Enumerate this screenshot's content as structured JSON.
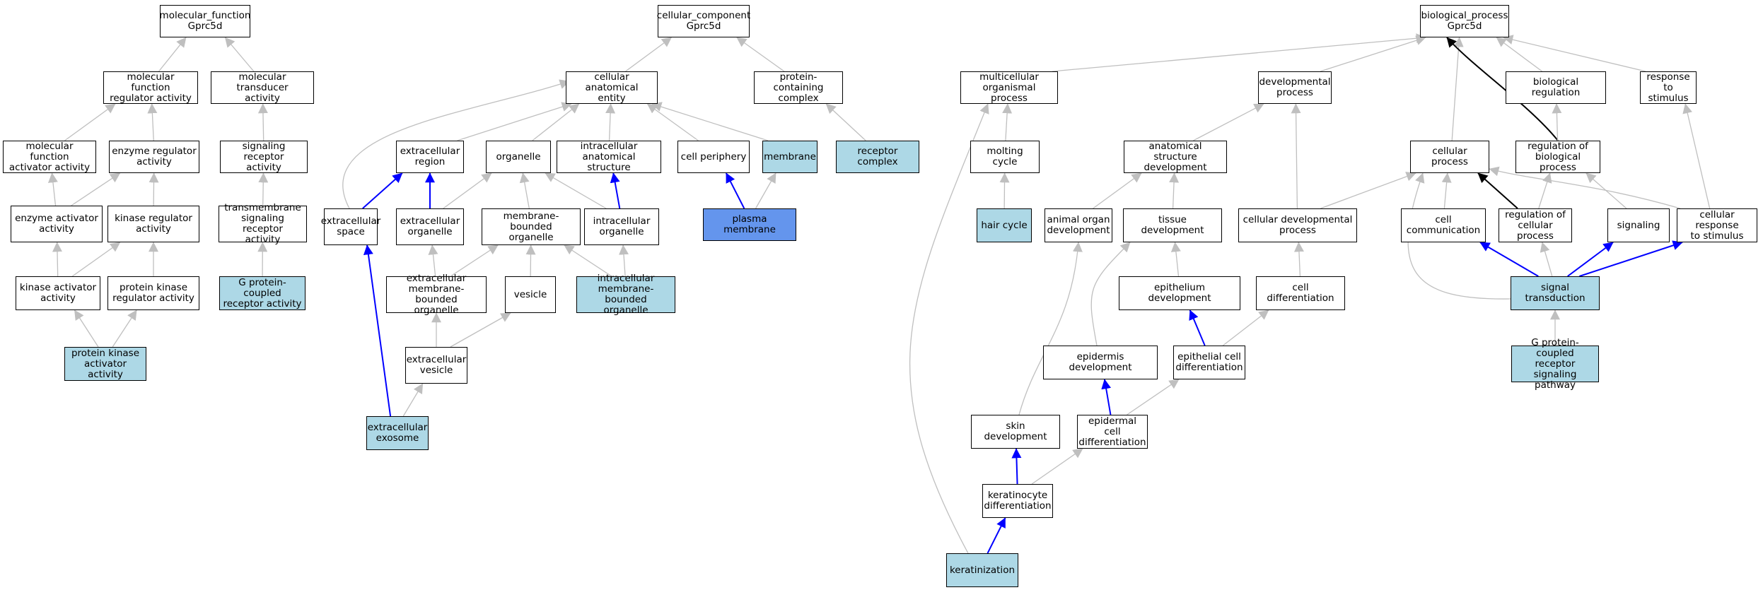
{
  "colors": {
    "edge_default": "#bfbfbf",
    "edge_blue": "#0000ff",
    "edge_black": "#000000",
    "node_default": "#ffffff",
    "node_annotated": "#add8e6",
    "node_highlight": "#6495ed"
  },
  "nodes": [
    {
      "id": "mf_root",
      "label": "molecular_function\nGprc5d",
      "style": "default"
    },
    {
      "id": "mf_reg",
      "label": "molecular function\nregulator activity",
      "style": "default"
    },
    {
      "id": "mol_trans",
      "label": "molecular transducer\nactivity",
      "style": "default"
    },
    {
      "id": "mf_act",
      "label": "molecular function\nactivator activity",
      "style": "default"
    },
    {
      "id": "enz_reg",
      "label": "enzyme regulator\nactivity",
      "style": "default"
    },
    {
      "id": "sig_rec",
      "label": "signaling receptor\nactivity",
      "style": "default"
    },
    {
      "id": "enz_act",
      "label": "enzyme activator\nactivity",
      "style": "default"
    },
    {
      "id": "kin_reg",
      "label": "kinase regulator\nactivity",
      "style": "default"
    },
    {
      "id": "tm_sig",
      "label": "transmembrane\nsignaling receptor\nactivity",
      "style": "default"
    },
    {
      "id": "kin_act",
      "label": "kinase activator\nactivity",
      "style": "default"
    },
    {
      "id": "pk_reg",
      "label": "protein kinase\nregulator activity",
      "style": "default"
    },
    {
      "id": "gpcr_act",
      "label": "G protein-coupled\nreceptor activity",
      "style": "annotated"
    },
    {
      "id": "pk_act",
      "label": "protein kinase\nactivator activity",
      "style": "annotated"
    },
    {
      "id": "cc_root",
      "label": "cellular_component\nGprc5d",
      "style": "default"
    },
    {
      "id": "cae",
      "label": "cellular anatomical\nentity",
      "style": "default"
    },
    {
      "id": "pcc",
      "label": "protein-containing\ncomplex",
      "style": "default"
    },
    {
      "id": "ec_region",
      "label": "extracellular\nregion",
      "style": "default"
    },
    {
      "id": "organelle",
      "label": "organelle",
      "style": "default"
    },
    {
      "id": "ias",
      "label": "intracellular\nanatomical structure",
      "style": "default"
    },
    {
      "id": "periphery",
      "label": "cell periphery",
      "style": "default"
    },
    {
      "id": "membrane",
      "label": "membrane",
      "style": "annotated"
    },
    {
      "id": "rec_complex",
      "label": "receptor complex",
      "style": "annotated"
    },
    {
      "id": "ec_space",
      "label": "extracellular\nspace",
      "style": "default"
    },
    {
      "id": "ec_org",
      "label": "extracellular\norganelle",
      "style": "default"
    },
    {
      "id": "mb_org",
      "label": "membrane-bounded\norganelle",
      "style": "default"
    },
    {
      "id": "ic_org",
      "label": "intracellular\norganelle",
      "style": "default"
    },
    {
      "id": "pm",
      "label": "plasma membrane",
      "style": "highlight"
    },
    {
      "id": "ec_mb_org",
      "label": "extracellular\nmembrane-bounded\norganelle",
      "style": "default"
    },
    {
      "id": "vesicle",
      "label": "vesicle",
      "style": "default"
    },
    {
      "id": "ic_mb_org",
      "label": "intracellular\nmembrane-bounded\norganelle",
      "style": "annotated"
    },
    {
      "id": "ec_vesicle",
      "label": "extracellular\nvesicle",
      "style": "default"
    },
    {
      "id": "ec_exosome",
      "label": "extracellular\nexosome",
      "style": "annotated"
    },
    {
      "id": "bp_root",
      "label": "biological_process\nGprc5d",
      "style": "default"
    },
    {
      "id": "multi",
      "label": "multicellular\norganismal process",
      "style": "default"
    },
    {
      "id": "dev",
      "label": "developmental\nprocess",
      "style": "default"
    },
    {
      "id": "bio_reg",
      "label": "biological regulation",
      "style": "default"
    },
    {
      "id": "resp_stim",
      "label": "response to\nstimulus",
      "style": "default"
    },
    {
      "id": "molting",
      "label": "molting cycle",
      "style": "default"
    },
    {
      "id": "asd",
      "label": "anatomical structure\ndevelopment",
      "style": "default"
    },
    {
      "id": "cell_proc",
      "label": "cellular process",
      "style": "default"
    },
    {
      "id": "reg_bio",
      "label": "regulation of\nbiological process",
      "style": "default"
    },
    {
      "id": "hair",
      "label": "hair cycle",
      "style": "annotated"
    },
    {
      "id": "aod",
      "label": "animal organ\ndevelopment",
      "style": "default"
    },
    {
      "id": "tissue",
      "label": "tissue development",
      "style": "default"
    },
    {
      "id": "cdp",
      "label": "cellular developmental\nprocess",
      "style": "default"
    },
    {
      "id": "cell_comm",
      "label": "cell communication",
      "style": "default"
    },
    {
      "id": "reg_cell",
      "label": "regulation of\ncellular process",
      "style": "default"
    },
    {
      "id": "signaling",
      "label": "signaling",
      "style": "default"
    },
    {
      "id": "crs",
      "label": "cellular response\nto stimulus",
      "style": "default"
    },
    {
      "id": "epi_dev",
      "label": "epithelium development",
      "style": "default"
    },
    {
      "id": "cell_diff",
      "label": "cell differentiation",
      "style": "default"
    },
    {
      "id": "sig_trans",
      "label": "signal transduction",
      "style": "annotated"
    },
    {
      "id": "epid_dev",
      "label": "epidermis development",
      "style": "default"
    },
    {
      "id": "epi_cell_diff",
      "label": "epithelial cell\ndifferentiation",
      "style": "default"
    },
    {
      "id": "gpcr_path",
      "label": "G protein-coupled\nreceptor signaling\npathway",
      "style": "annotated"
    },
    {
      "id": "skin",
      "label": "skin development",
      "style": "default"
    },
    {
      "id": "epid_cell_diff",
      "label": "epidermal cell\ndifferentiation",
      "style": "default"
    },
    {
      "id": "kera_diff",
      "label": "keratinocyte\ndifferentiation",
      "style": "default"
    },
    {
      "id": "keratin",
      "label": "keratinization",
      "style": "annotated"
    }
  ],
  "edges": [
    {
      "from": "mf_reg",
      "to": "mf_root",
      "color": "gray"
    },
    {
      "from": "mol_trans",
      "to": "mf_root",
      "color": "gray"
    },
    {
      "from": "mf_act",
      "to": "mf_reg",
      "color": "gray"
    },
    {
      "from": "enz_reg",
      "to": "mf_reg",
      "color": "gray"
    },
    {
      "from": "sig_rec",
      "to": "mol_trans",
      "color": "gray"
    },
    {
      "from": "enz_act",
      "to": "mf_act",
      "color": "gray"
    },
    {
      "from": "enz_act",
      "to": "enz_reg",
      "color": "gray"
    },
    {
      "from": "kin_reg",
      "to": "enz_reg",
      "color": "gray"
    },
    {
      "from": "tm_sig",
      "to": "sig_rec",
      "color": "gray"
    },
    {
      "from": "kin_act",
      "to": "enz_act",
      "color": "gray"
    },
    {
      "from": "kin_act",
      "to": "kin_reg",
      "color": "gray"
    },
    {
      "from": "pk_reg",
      "to": "kin_reg",
      "color": "gray"
    },
    {
      "from": "gpcr_act",
      "to": "tm_sig",
      "color": "gray"
    },
    {
      "from": "pk_act",
      "to": "kin_act",
      "color": "gray"
    },
    {
      "from": "pk_act",
      "to": "pk_reg",
      "color": "gray"
    },
    {
      "from": "cae",
      "to": "cc_root",
      "color": "gray"
    },
    {
      "from": "pcc",
      "to": "cc_root",
      "color": "gray"
    },
    {
      "from": "ec_region",
      "to": "cae",
      "color": "gray"
    },
    {
      "from": "organelle",
      "to": "cae",
      "color": "gray"
    },
    {
      "from": "ias",
      "to": "cae",
      "color": "gray"
    },
    {
      "from": "periphery",
      "to": "cae",
      "color": "gray"
    },
    {
      "from": "membrane",
      "to": "cae",
      "color": "gray"
    },
    {
      "from": "ec_space",
      "to": "cae",
      "color": "gray"
    },
    {
      "from": "rec_complex",
      "to": "pcc",
      "color": "gray"
    },
    {
      "from": "ec_space",
      "to": "ec_region",
      "color": "blue"
    },
    {
      "from": "ec_org",
      "to": "ec_region",
      "color": "blue"
    },
    {
      "from": "ec_org",
      "to": "organelle",
      "color": "gray"
    },
    {
      "from": "mb_org",
      "to": "organelle",
      "color": "gray"
    },
    {
      "from": "ic_org",
      "to": "organelle",
      "color": "gray"
    },
    {
      "from": "ic_org",
      "to": "ias",
      "color": "blue"
    },
    {
      "from": "pm",
      "to": "periphery",
      "color": "blue"
    },
    {
      "from": "pm",
      "to": "membrane",
      "color": "gray"
    },
    {
      "from": "ec_mb_org",
      "to": "ec_org",
      "color": "gray"
    },
    {
      "from": "ec_mb_org",
      "to": "mb_org",
      "color": "gray"
    },
    {
      "from": "vesicle",
      "to": "mb_org",
      "color": "gray"
    },
    {
      "from": "ic_mb_org",
      "to": "mb_org",
      "color": "gray"
    },
    {
      "from": "ic_mb_org",
      "to": "ic_org",
      "color": "gray"
    },
    {
      "from": "ec_vesicle",
      "to": "ec_mb_org",
      "color": "gray"
    },
    {
      "from": "ec_vesicle",
      "to": "vesicle",
      "color": "gray"
    },
    {
      "from": "ec_exosome",
      "to": "ec_vesicle",
      "color": "gray"
    },
    {
      "from": "ec_exosome",
      "to": "ec_space",
      "color": "blue"
    },
    {
      "from": "multi",
      "to": "bp_root",
      "color": "gray"
    },
    {
      "from": "dev",
      "to": "bp_root",
      "color": "gray"
    },
    {
      "from": "bio_reg",
      "to": "bp_root",
      "color": "gray"
    },
    {
      "from": "resp_stim",
      "to": "bp_root",
      "color": "gray"
    },
    {
      "from": "cell_proc",
      "to": "bp_root",
      "color": "gray"
    },
    {
      "from": "reg_bio",
      "to": "bp_root",
      "color": "black"
    },
    {
      "from": "molting",
      "to": "multi",
      "color": "gray"
    },
    {
      "from": "keratin",
      "to": "multi",
      "color": "gray"
    },
    {
      "from": "asd",
      "to": "dev",
      "color": "gray"
    },
    {
      "from": "cdp",
      "to": "dev",
      "color": "gray"
    },
    {
      "from": "reg_bio",
      "to": "bio_reg",
      "color": "gray"
    },
    {
      "from": "crs",
      "to": "resp_stim",
      "color": "gray"
    },
    {
      "from": "hair",
      "to": "molting",
      "color": "gray"
    },
    {
      "from": "aod",
      "to": "asd",
      "color": "gray"
    },
    {
      "from": "tissue",
      "to": "asd",
      "color": "gray"
    },
    {
      "from": "cdp",
      "to": "cell_proc",
      "color": "gray"
    },
    {
      "from": "cell_comm",
      "to": "cell_proc",
      "color": "gray"
    },
    {
      "from": "reg_cell",
      "to": "cell_proc",
      "color": "black"
    },
    {
      "from": "crs",
      "to": "cell_proc",
      "color": "gray"
    },
    {
      "from": "sig_trans",
      "to": "cell_proc",
      "color": "gray"
    },
    {
      "from": "reg_cell",
      "to": "reg_bio",
      "color": "gray"
    },
    {
      "from": "signaling",
      "to": "reg_bio",
      "color": "gray"
    },
    {
      "from": "skin",
      "to": "aod",
      "color": "gray"
    },
    {
      "from": "epi_dev",
      "to": "tissue",
      "color": "gray"
    },
    {
      "from": "epid_dev",
      "to": "tissue",
      "color": "gray"
    },
    {
      "from": "cell_diff",
      "to": "cdp",
      "color": "gray"
    },
    {
      "from": "sig_trans",
      "to": "cell_comm",
      "color": "blue"
    },
    {
      "from": "sig_trans",
      "to": "reg_cell",
      "color": "gray"
    },
    {
      "from": "sig_trans",
      "to": "signaling",
      "color": "blue"
    },
    {
      "from": "sig_trans",
      "to": "crs",
      "color": "blue"
    },
    {
      "from": "epi_cell_diff",
      "to": "epi_dev",
      "color": "blue"
    },
    {
      "from": "epi_cell_diff",
      "to": "cell_diff",
      "color": "gray"
    },
    {
      "from": "gpcr_path",
      "to": "sig_trans",
      "color": "gray"
    },
    {
      "from": "epid_cell_diff",
      "to": "epid_dev",
      "color": "blue"
    },
    {
      "from": "epid_cell_diff",
      "to": "epi_cell_diff",
      "color": "gray"
    },
    {
      "from": "kera_diff",
      "to": "skin",
      "color": "blue"
    },
    {
      "from": "kera_diff",
      "to": "epid_cell_diff",
      "color": "gray"
    },
    {
      "from": "keratin",
      "to": "kera_diff",
      "color": "blue"
    }
  ]
}
